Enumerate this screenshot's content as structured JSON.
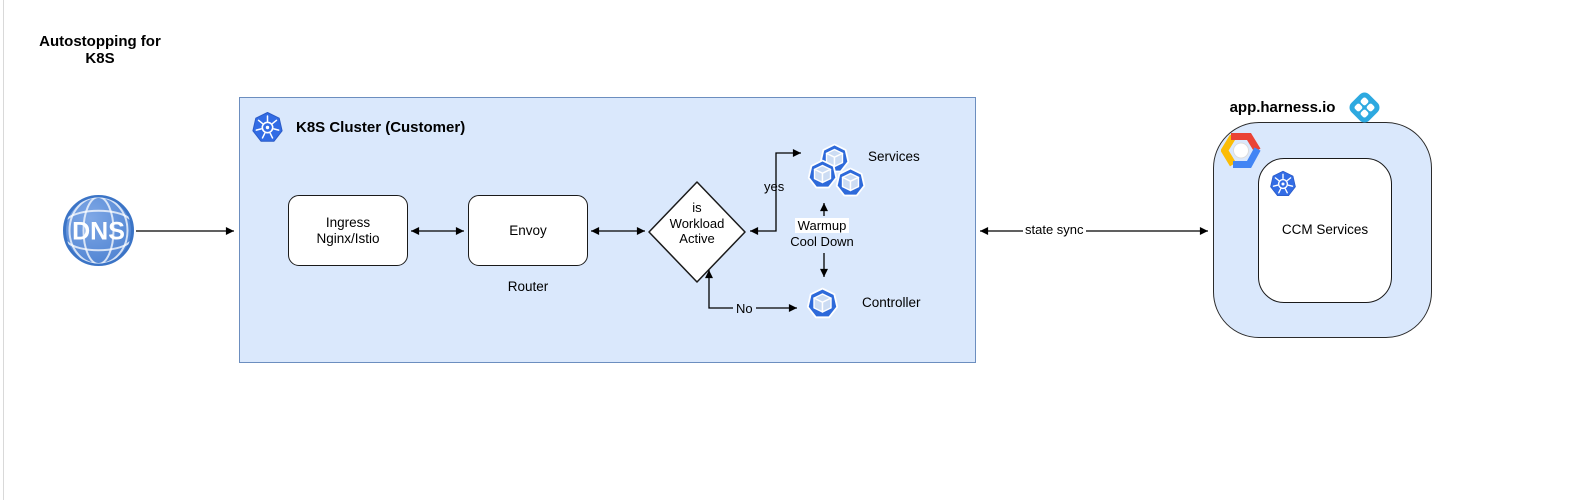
{
  "page": {
    "title_line1": "Autostopping for",
    "title_line2": "K8S"
  },
  "dns": {
    "label": "DNS"
  },
  "k8s_cluster": {
    "title": "K8S Cluster (Customer)",
    "fill": "#dae8fc",
    "border": "#6c8ebf",
    "ingress": {
      "line1": "Ingress",
      "line2": "Nginx/Istio"
    },
    "envoy": {
      "label": "Envoy",
      "caption": "Router"
    },
    "decision": {
      "line1": "is",
      "line2": "Workload",
      "line3": "Active"
    },
    "services_label": "Services",
    "controller_label": "Controller",
    "edge_labels": {
      "yes": "yes",
      "no": "No",
      "warmup": "Warmup",
      "cooldown": "Cool Down"
    }
  },
  "state_sync_label": "state sync",
  "harness": {
    "domain": "app.harness.io",
    "fill": "#dae8fc",
    "ccm_label": "CCM Services"
  },
  "colors": {
    "k8s_blue": "#326ce5",
    "pod_blue": "#2e6ada",
    "pod_face": "#ccdcf3",
    "harness_blue": "#2da9e0",
    "dns_border": "#3b74c6",
    "dns_fill_light": "#7fa8e6",
    "dns_fill_dark": "#4b80d0",
    "gcp_red": "#ea4335",
    "gcp_yellow": "#fbbc05",
    "gcp_blue": "#4285f4",
    "arrow": "#000000"
  }
}
